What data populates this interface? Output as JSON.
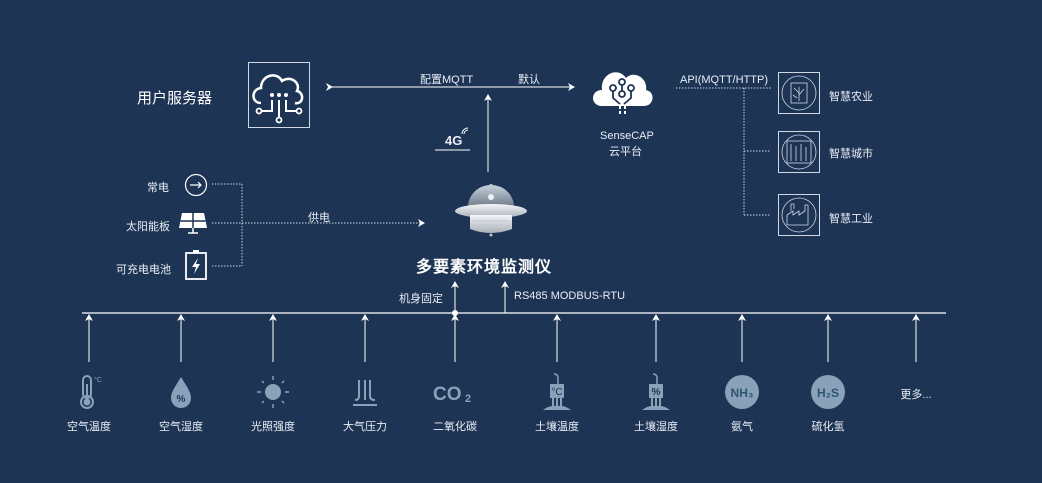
{
  "colors": {
    "background": "#1e3454",
    "line": "#ffffff",
    "icon_muted": "#8aa1ba",
    "icon_dark_text": "#2d5470"
  },
  "user_server": {
    "label": "用户服务器",
    "icon": "cloud-circuit-icon"
  },
  "top_link": {
    "left_label": "配置MQTT",
    "right_label": "默认"
  },
  "network": {
    "label": "4G",
    "icon": "signal-wave-icon"
  },
  "cloud": {
    "name": "SenseCAP",
    "subtitle": "云平台",
    "icon": "sensecap-cloud-icon"
  },
  "api": {
    "label": "API(MQTT/HTTP)",
    "targets": [
      {
        "label": "智慧农业",
        "icon": "smart-agriculture-icon"
      },
      {
        "label": "智慧城市",
        "icon": "smart-city-icon"
      },
      {
        "label": "智慧工业",
        "icon": "smart-industry-icon"
      }
    ]
  },
  "power": {
    "supply_label": "供电",
    "sources": [
      {
        "label": "常电",
        "icon": "mains-power-icon"
      },
      {
        "label": "太阳能板",
        "icon": "solar-panel-icon"
      },
      {
        "label": "可充电电池",
        "icon": "rechargeable-battery-icon"
      }
    ]
  },
  "device": {
    "title": "多要素环境监测仪",
    "icon": "weather-station-device"
  },
  "bus": {
    "mount_label": "机身固定",
    "protocol_label": "RS485 MODBUS-RTU"
  },
  "sensors": [
    {
      "label": "空气温度",
      "icon": "thermometer-icon",
      "unit": "°C"
    },
    {
      "label": "空气湿度",
      "icon": "humidity-drop-icon",
      "symbol": "%"
    },
    {
      "label": "光照强度",
      "icon": "sun-icon"
    },
    {
      "label": "大气压力",
      "icon": "pressure-icon"
    },
    {
      "label": "二氧化碳",
      "icon": "co2-icon",
      "symbol": "CO₂"
    },
    {
      "label": "土壤温度",
      "icon": "soil-temperature-icon",
      "symbol": "°C"
    },
    {
      "label": "土壤湿度",
      "icon": "soil-humidity-icon",
      "symbol": "%"
    },
    {
      "label": "氨气",
      "icon": "nh3-icon",
      "symbol": "NH₃"
    },
    {
      "label": "硫化氢",
      "icon": "h2s-icon",
      "symbol": "H₂S"
    },
    {
      "label": "更多...",
      "icon": "more-icon"
    }
  ]
}
